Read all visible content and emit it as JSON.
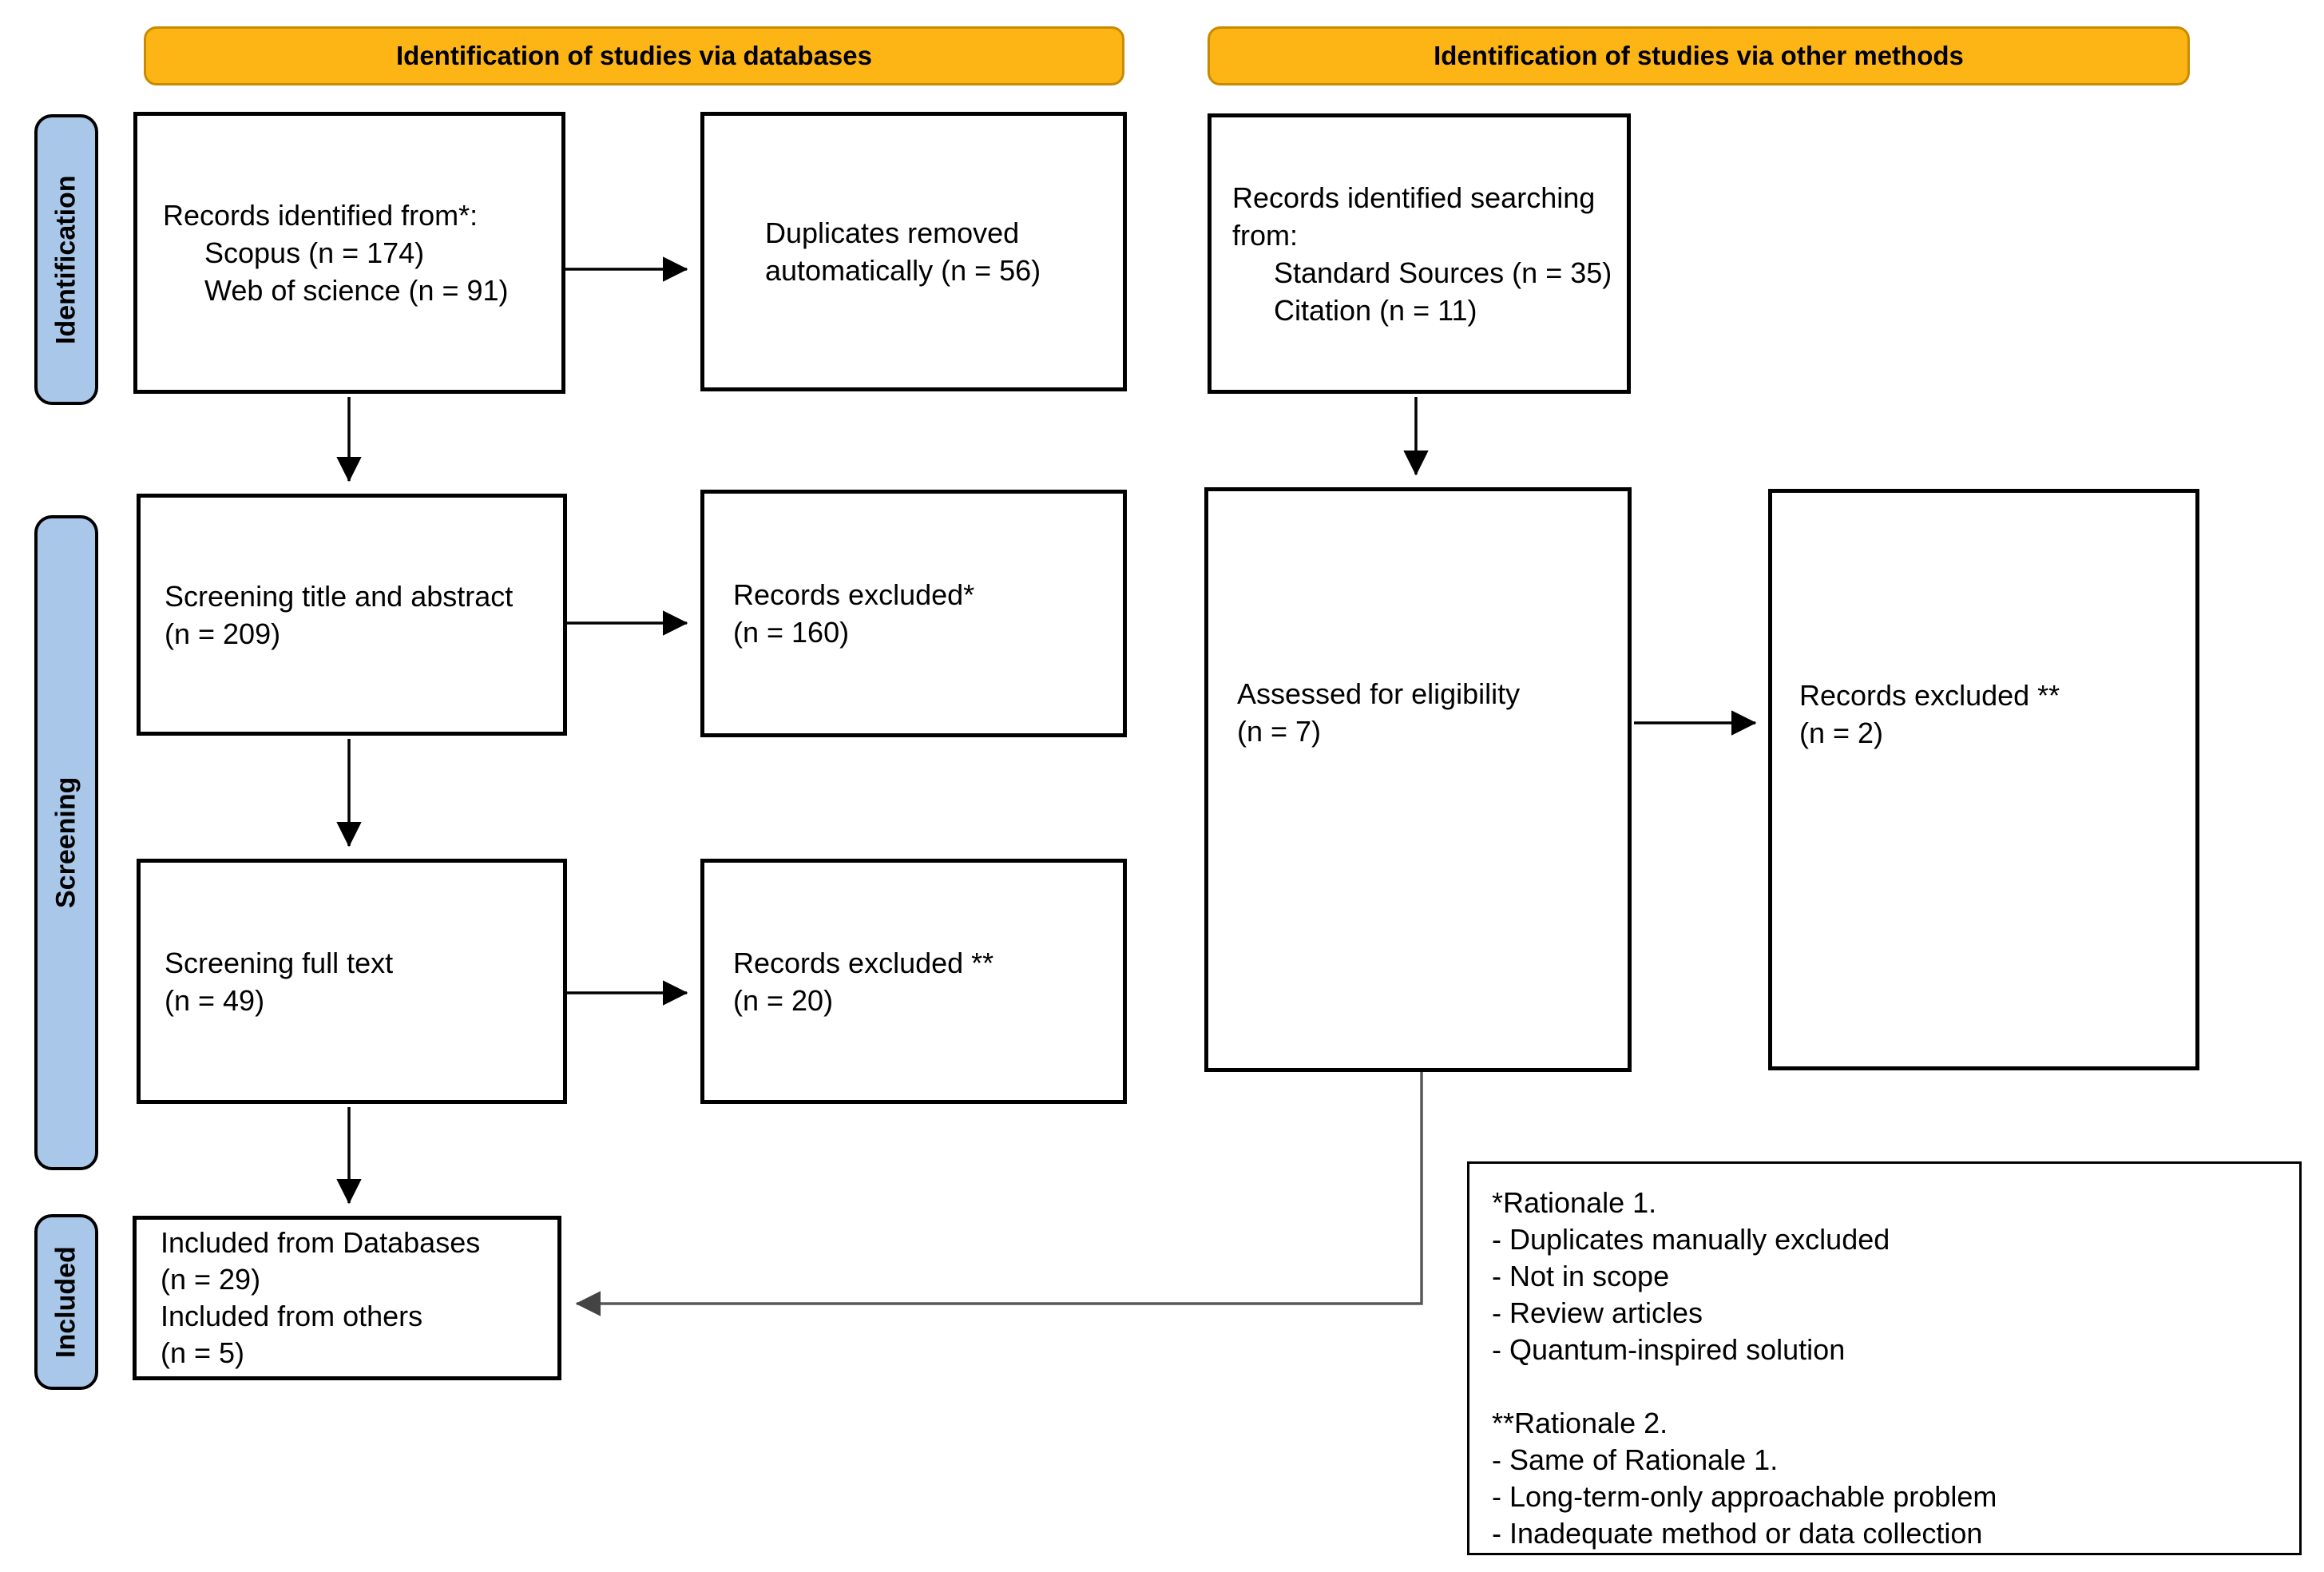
{
  "banners": {
    "databases": "Identification of studies via databases",
    "other": "Identification of studies via other methods"
  },
  "stages": {
    "identification": "Identification",
    "screening": "Screening",
    "included": "Included"
  },
  "boxes": {
    "records_identified": [
      "Records identified from*:",
      "Scopus (n = 174)",
      "Web of science (n = 91)"
    ],
    "duplicates_removed": [
      "Duplicates removed",
      "automatically (n = 56)"
    ],
    "screening_title_abstract": [
      "Screening title and abstract",
      "(n = 209)"
    ],
    "records_excluded_1": [
      "Records excluded*",
      "(n = 160)"
    ],
    "screening_full_text": [
      "Screening full text",
      "(n = 49)"
    ],
    "records_excluded_2": [
      "Records excluded **",
      "(n = 20)"
    ],
    "included_final": [
      "Included from Databases",
      "(n = 29)",
      "Included from others",
      "(n = 5)"
    ],
    "records_searching": [
      "Records identified searching",
      "from:",
      "Standard Sources (n = 35)",
      "Citation (n = 11)"
    ],
    "assessed_eligibility": [
      "Assessed for eligibility",
      "(n = 7)"
    ],
    "records_excluded_3": [
      "Records excluded **",
      "(n = 2)"
    ]
  },
  "rationale": {
    "lines": [
      "*Rationale 1.",
      "- Duplicates manually excluded",
      "- Not in scope",
      "- Review articles",
      "- Quantum-inspired solution",
      "",
      "**Rationale 2.",
      "- Same of Rationale 1.",
      "- Long-term-only approachable problem",
      "- Inadequate method or data collection"
    ]
  },
  "colors": {
    "banner_fill": "#FDB515",
    "banner_border": "#C88A00",
    "stage_fill": "#A9C7E8",
    "connector": "#000000",
    "connector_long": "#595959"
  }
}
